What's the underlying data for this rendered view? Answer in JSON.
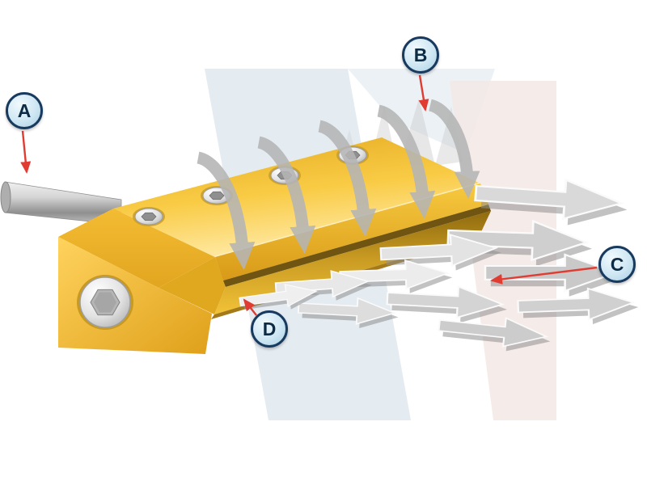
{
  "figure": {
    "type": "technical-illustration",
    "subject": "air-knife-airflow-diagram",
    "callouts": [
      {
        "id": "A",
        "label": "A",
        "points_to": "inlet-tube"
      },
      {
        "id": "B",
        "label": "B",
        "points_to": "entrained-air-intake"
      },
      {
        "id": "C",
        "label": "C",
        "points_to": "output-air-stream"
      },
      {
        "id": "D",
        "label": "D",
        "points_to": "air-slot-lip"
      }
    ],
    "callout_style": {
      "fill": "#cfe7f3",
      "border": "#173a5e",
      "text_color": "#0d2b45",
      "pointer_arrow_color": "#e03c31"
    },
    "palette": {
      "body_yellow": "#f6c33c",
      "body_yellow_light": "#ffeaa6",
      "body_yellow_dark": "#d89a18",
      "slot_dark": "#6f5412",
      "airflow_gray": "#c0c0c0",
      "tube_silver": "#c9c9c9",
      "watermark_blue": "#dfe7ee",
      "watermark_pink": "#f3e9e5",
      "background": "#ffffff"
    }
  }
}
